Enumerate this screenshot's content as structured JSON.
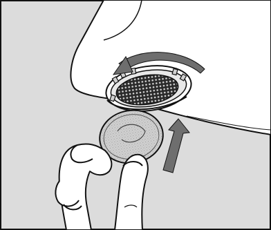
{
  "illustration": {
    "colors": {
      "background": "#dcdcdc",
      "outline": "#111111",
      "faucet": "#ffffff",
      "arrow": "#6e6e6e",
      "coin": "#c8c8c8",
      "aerator_mesh": "#2a2a2a",
      "skin": "#ffffff"
    },
    "icons": {
      "rotation_arrow": "curved-arrow-counterclockwise",
      "push_arrow": "straight-arrow-up",
      "coin": "coin",
      "hand": "hand"
    }
  }
}
